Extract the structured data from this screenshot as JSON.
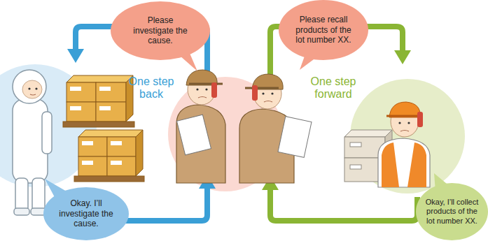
{
  "diagram": {
    "nodes": [
      {
        "text": [
          "Please investigate the cause."
        ]
      },
      {
        "text": [
          "Please recall products of the lot number XX."
        ]
      },
      {
        "text": [
          "Okay. I’ll investigate the cause."
        ]
      },
      {
        "text": [
          "Okay, I’ll collect products of the lot number XX."
        ]
      }
    ],
    "labels": [
      "One step back",
      "One step forward"
    ]
  }
}
